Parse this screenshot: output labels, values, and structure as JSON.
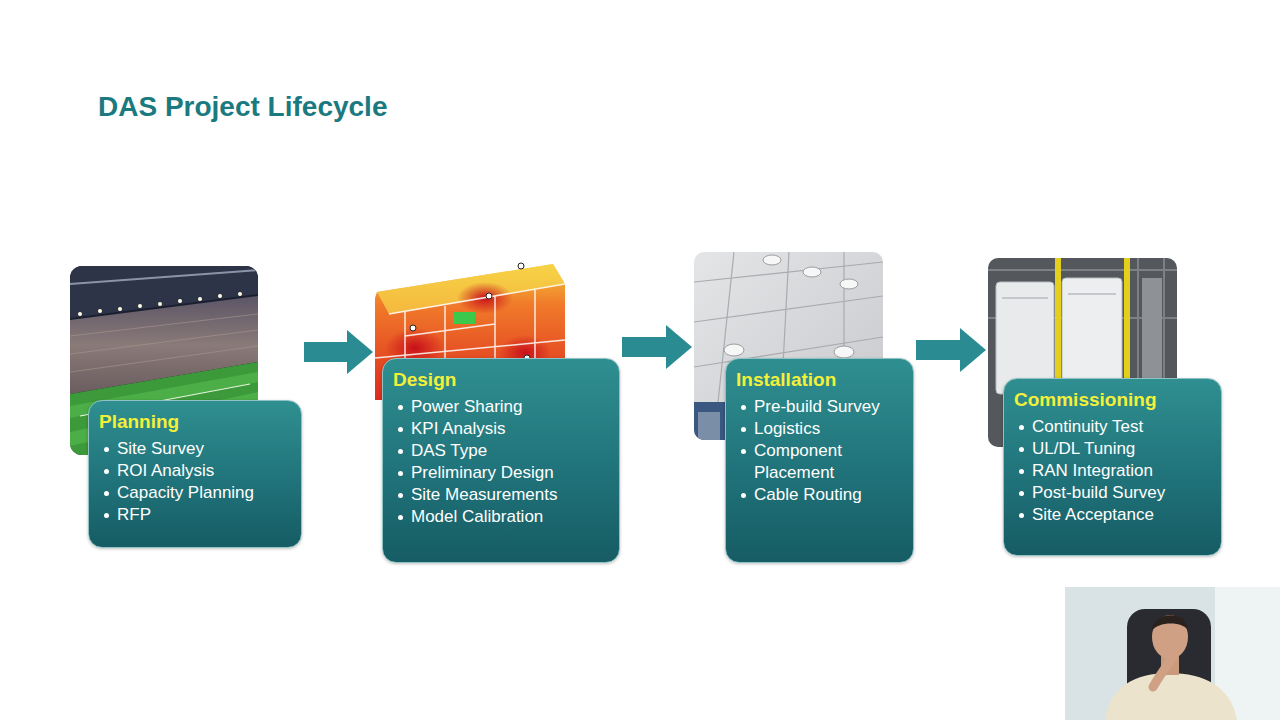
{
  "diagram": {
    "title": "DAS Project Lifecycle",
    "nodes": [
      {
        "text": [
          "Planning",
          "Site Survey",
          "ROI Analysis",
          "Capacity Planning",
          "RFP"
        ]
      },
      {
        "text": [
          "Design",
          "Power Sharing",
          "KPI Analysis",
          "DAS Type",
          "Preliminary Design",
          "Site Measurements",
          "Model Calibration"
        ]
      },
      {
        "text": [
          "Installation",
          "Pre-build Survey",
          "Logistics",
          "Component Placement",
          "Cable Routing"
        ]
      },
      {
        "text": [
          "Commissioning",
          "Continuity Test",
          "UL/DL Tuning",
          "RAN Integration",
          "Post-build Survey",
          "Site Acceptance"
        ]
      }
    ],
    "edges": [
      {
        "from": 0,
        "to": 1,
        "arrow": "to"
      },
      {
        "from": 1,
        "to": 2,
        "arrow": "to"
      },
      {
        "from": 2,
        "to": 3,
        "arrow": "to"
      }
    ]
  }
}
